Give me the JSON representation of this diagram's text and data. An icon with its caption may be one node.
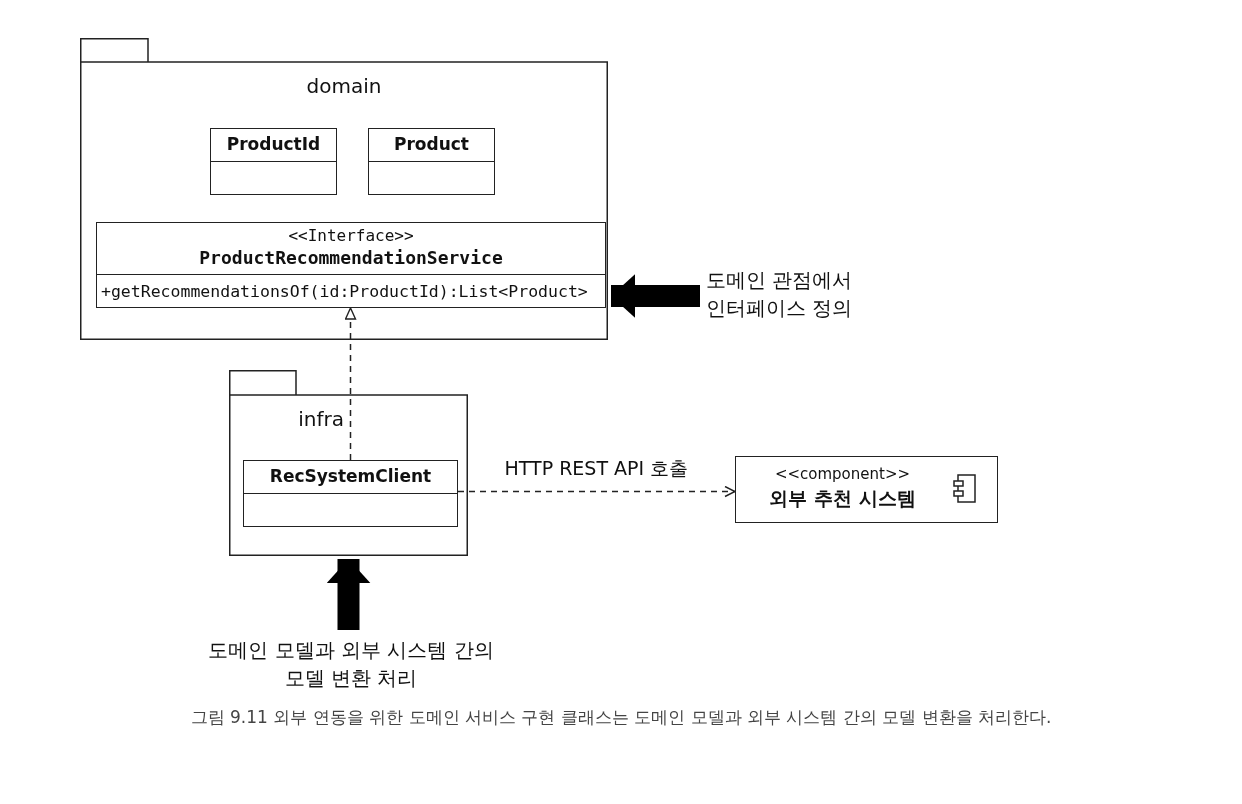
{
  "diagram": {
    "caption": "그림 9.11 외부 연동을 위한 도메인 서비스 구현 클래스는 도메인 모델과 외부 시스템 간의 모델 변환을 처리한다.",
    "nodes": [
      {
        "text": [
          "domain"
        ]
      },
      {
        "text": [
          "ProductId"
        ],
        "in": 0
      },
      {
        "text": [
          "Product"
        ],
        "in": 0
      },
      {
        "text": [
          "<<Interface>>",
          "ProductRecommendationService",
          "+getRecommendationsOf(id:ProductId):List<Product>"
        ],
        "in": 0
      },
      {
        "text": [
          "infra"
        ]
      },
      {
        "text": [
          "RecSystemClient"
        ],
        "in": 4
      },
      {
        "text": [
          "<<component>>",
          "외부 추천 시스템"
        ]
      },
      {
        "text": [
          "도메인 관점에서 인터페이스 정의"
        ]
      },
      {
        "text": [
          "도메인 모델과 외부 시스템 간의 모델 변환 처리"
        ]
      }
    ],
    "edges": [
      {
        "from": 5,
        "to": 3,
        "arrow": "to",
        "style": "dashed"
      },
      {
        "from": 5,
        "to": 6,
        "arrow": "to",
        "style": "dashed",
        "label": "HTTP REST API 호출"
      },
      {
        "from": 7,
        "to": 0,
        "arrow": "to",
        "style": "thick"
      },
      {
        "from": 8,
        "to": 4,
        "arrow": "to",
        "style": "thick"
      }
    ]
  }
}
